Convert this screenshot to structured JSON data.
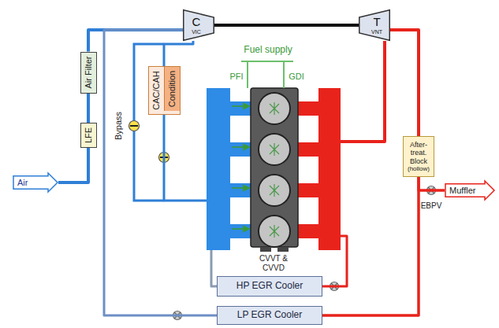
{
  "diagram": {
    "nodes": [
      {
        "text": [
          "Air"
        ]
      },
      {
        "text": [
          "LFE"
        ]
      },
      {
        "text": [
          "Air Filter"
        ]
      },
      {
        "text": [
          "C",
          "VIC"
        ]
      },
      {
        "text": [
          "T",
          "VNT"
        ]
      },
      {
        "text": [
          "CAC/CAH",
          "Condition"
        ]
      },
      {
        "text": [
          "CVVT & CVVD"
        ]
      },
      {
        "text": [
          "After-treat. Block",
          "(hollow)"
        ]
      },
      {
        "text": [
          "Muffler"
        ]
      },
      {
        "text": [
          "HP EGR Cooler"
        ]
      },
      {
        "text": [
          "LP EGR Cooler"
        ]
      }
    ],
    "edges": [
      {
        "from": 0,
        "to": 1,
        "arrow": "none"
      },
      {
        "from": 1,
        "to": 2,
        "arrow": "none"
      },
      {
        "from": 2,
        "to": 3,
        "arrow": "none"
      },
      {
        "from": 3,
        "to": 4,
        "arrow": "none"
      },
      {
        "from": 3,
        "to": 5,
        "arrow": "none"
      },
      {
        "from": 5,
        "to": 6,
        "arrow": "none"
      },
      {
        "from": 6,
        "to": 4,
        "arrow": "none"
      },
      {
        "from": 4,
        "to": 7,
        "arrow": "none"
      },
      {
        "from": 7,
        "to": 8,
        "arrow": "none"
      },
      {
        "from": 7,
        "to": 10,
        "arrow": "none"
      },
      {
        "from": 6,
        "to": 9,
        "arrow": "none"
      },
      {
        "from": 9,
        "to": 6,
        "arrow": "none"
      },
      {
        "from": 10,
        "to": 3,
        "arrow": "none"
      }
    ],
    "labels": [
      "Bypass",
      "Fuel supply",
      "PFI",
      "GDI",
      "EBPV"
    ]
  }
}
